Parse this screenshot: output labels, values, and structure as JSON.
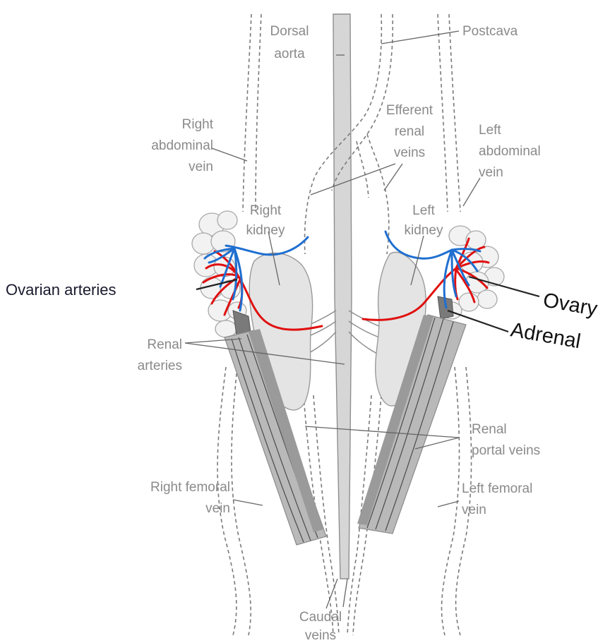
{
  "labels": {
    "dorsal_aorta_1": "Dorsal",
    "dorsal_aorta_2": "aorta",
    "postcava": "Postcava",
    "efferent_1": "Efferent",
    "efferent_2": "renal",
    "efferent_3": "veins",
    "right_abdominal_1": "Right",
    "right_abdominal_2": "abdominal",
    "right_abdominal_3": "vein",
    "left_abdominal_1": "Left",
    "left_abdominal_2": "abdominal",
    "left_abdominal_3": "vein",
    "right_kidney_1": "Right",
    "right_kidney_2": "kidney",
    "left_kidney_1": "Left",
    "left_kidney_2": "kidney",
    "ovarian_arteries": "Ovarian arteries",
    "ovary": "Ovary",
    "adrenal": "Adrenal",
    "renal_arteries_1": "Renal",
    "renal_arteries_2": "arteries",
    "renal_portal_1": "Renal",
    "renal_portal_2": "portal veins",
    "right_femoral_1": "Right femoral",
    "right_femoral_2": "vein",
    "left_femoral_1": "Left femoral",
    "left_femoral_2": "vein",
    "caudal_1": "Caudal",
    "caudal_2": "veins"
  },
  "colors": {
    "artery": "#e01010",
    "vein_annotation": "#1f6fd0",
    "label_gray": "#8a8a8a",
    "label_dark": "#1a1a2e"
  }
}
